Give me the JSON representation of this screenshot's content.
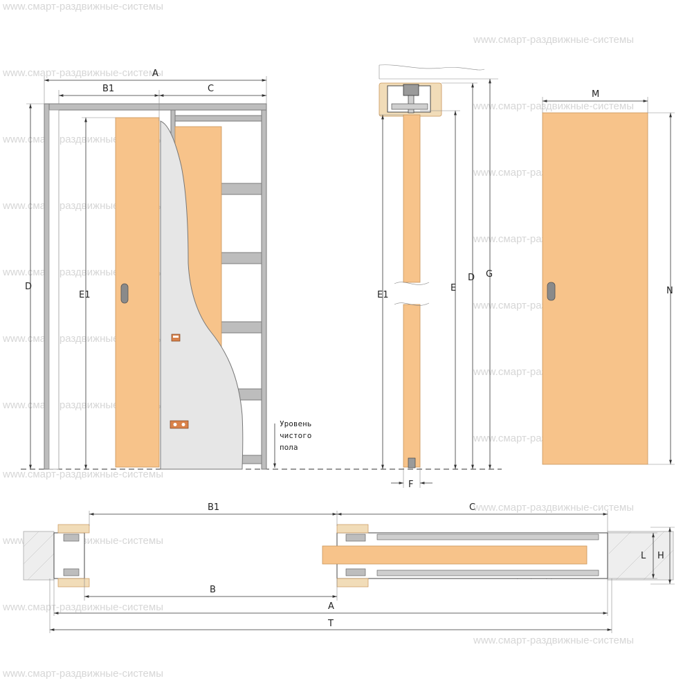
{
  "watermarks": {
    "text": "www.смарт-раздвижные-системы"
  },
  "front_view": {
    "label_A": "A",
    "label_B1": "B1",
    "label_C": "C",
    "label_D": "D",
    "label_E1": "E1",
    "floor_note_line1": "Уровень",
    "floor_note_line2": "чистого",
    "floor_note_line3": "пола"
  },
  "side_view": {
    "label_E1": "E1",
    "label_E": "E",
    "label_D": "D",
    "label_G": "G",
    "label_F": "F"
  },
  "door_leaf": {
    "label_M": "M",
    "label_N": "N"
  },
  "plan_view": {
    "label_B1": "B1",
    "label_C": "C",
    "label_B": "B",
    "label_A": "A",
    "label_T": "T",
    "label_L": "L",
    "label_H": "H"
  },
  "colors": {
    "door": "#f7c38a",
    "frame": "#bdbdbd",
    "board": "#e6e6e6",
    "watermark": "#d6d6d6"
  }
}
